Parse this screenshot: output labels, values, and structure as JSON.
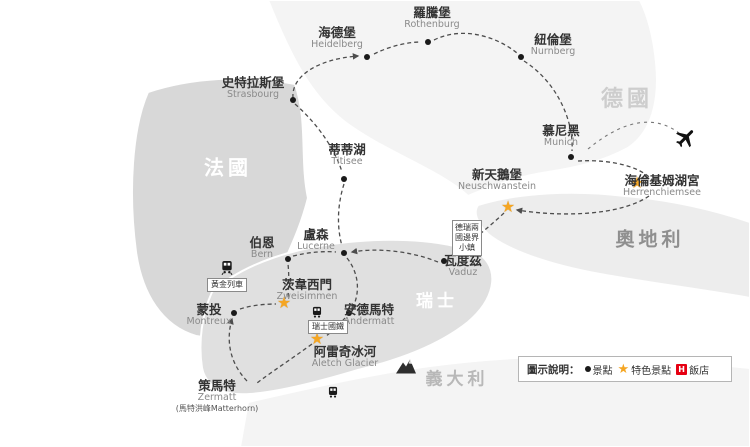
{
  "countries": [
    {
      "name": "德國"
    },
    {
      "name": "法國"
    },
    {
      "name": "奧地利"
    },
    {
      "name": "瑞士"
    },
    {
      "name": "義大利"
    }
  ],
  "locations": [
    {
      "zh": "羅騰堡",
      "en": "Rothenburg",
      "marker": "dot"
    },
    {
      "zh": "海德堡",
      "en": "Heidelberg",
      "marker": "dot"
    },
    {
      "zh": "紐倫堡",
      "en": "Nurnberg",
      "marker": "dot"
    },
    {
      "zh": "史特拉斯堡",
      "en": "Strasbourg",
      "marker": "dot"
    },
    {
      "zh": "慕尼黑",
      "en": "Munich",
      "marker": "dot"
    },
    {
      "zh": "蒂蒂湖",
      "en": "Titisee",
      "marker": "dot"
    },
    {
      "zh": "新天鵝堡",
      "en": "Neuschwanstein",
      "marker": "star"
    },
    {
      "zh": "海倫基姆湖宮",
      "en": "Herrenchiemsee",
      "marker": "star"
    },
    {
      "zh": "伯恩",
      "en": "Bern",
      "marker": "dot"
    },
    {
      "zh": "盧森",
      "en": "Lucerne",
      "marker": "dot"
    },
    {
      "zh": "瓦度茲",
      "en": "Vaduz",
      "marker": "dot"
    },
    {
      "zh": "茨韋西門",
      "en": "Zweisimmen",
      "marker": "star"
    },
    {
      "zh": "蒙投",
      "en": "Montreux",
      "marker": "dot"
    },
    {
      "zh": "安德馬特",
      "en": "Andermatt",
      "marker": "dot"
    },
    {
      "zh": "阿雷奇冰河",
      "en": "Aletch Glacier",
      "marker": "star"
    },
    {
      "zh": "策馬特",
      "en": "Zermatt",
      "note": "(馬特洪峰Matterhorn)",
      "marker": "dot"
    }
  ],
  "callouts": [
    {
      "text": "黃金列車"
    },
    {
      "text": "瑞士國鐵"
    },
    {
      "text": "德瑞兩國邊界小鎮"
    }
  ],
  "legend": {
    "title": "圖示說明：",
    "items": [
      {
        "label": "景點",
        "symbol": "dot"
      },
      {
        "label": "特色景點",
        "symbol": "star"
      },
      {
        "label": "飯店",
        "symbol": "hotel-h",
        "symbol_text": "H"
      }
    ]
  },
  "icons": {
    "star_glyph": "★"
  },
  "colors": {
    "star": "#F5A623",
    "dot": "#1a1a1a",
    "hotel_red": "#E60012",
    "route": "#4d4d4d"
  }
}
